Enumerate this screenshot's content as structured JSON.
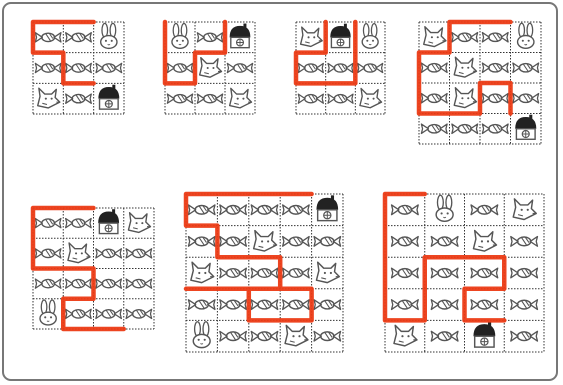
{
  "colors": {
    "path": "#ec3b15",
    "frame": "#777777",
    "grid": "#333333",
    "ink": "#555555",
    "house_roof": "#222222",
    "house_wall": "#ffffff"
  },
  "symbols": {
    "C": "candy-icon",
    "R": "rabbit-icon",
    "W": "wolf-icon",
    "H": "house-icon"
  },
  "puzzles": [
    {
      "name": "puzzle-1",
      "grid": [
        [
          "C",
          "C",
          "R"
        ],
        [
          "C",
          "C",
          "C"
        ],
        [
          "W",
          "C",
          "H"
        ]
      ],
      "path": [
        [
          2,
          0
        ],
        [
          0,
          0
        ],
        [
          0,
          1
        ],
        [
          1,
          1
        ],
        [
          1,
          2
        ],
        [
          2,
          2
        ]
      ]
    },
    {
      "name": "puzzle-2",
      "grid": [
        [
          "R",
          "C",
          "H"
        ],
        [
          "C",
          "W",
          "C"
        ],
        [
          "C",
          "C",
          "W"
        ]
      ],
      "path": [
        [
          0,
          0
        ],
        [
          0,
          2
        ],
        [
          1,
          2
        ],
        [
          1,
          1
        ],
        [
          2,
          1
        ],
        [
          2,
          0
        ]
      ]
    },
    {
      "name": "puzzle-3",
      "grid": [
        [
          "W",
          "H",
          "R"
        ],
        [
          "C",
          "C",
          "C"
        ],
        [
          "C",
          "C",
          "W"
        ]
      ],
      "path": [
        [
          1,
          0
        ],
        [
          1,
          1
        ],
        [
          0,
          1
        ],
        [
          0,
          2
        ],
        [
          2,
          2
        ],
        [
          2,
          0
        ]
      ]
    },
    {
      "name": "puzzle-4",
      "grid": [
        [
          "W",
          "C",
          "C",
          "R"
        ],
        [
          "C",
          "W",
          "C",
          "C"
        ],
        [
          "C",
          "W",
          "C",
          "C"
        ],
        [
          "C",
          "C",
          "C",
          "H"
        ]
      ],
      "path": [
        [
          3,
          0
        ],
        [
          1,
          0
        ],
        [
          1,
          1
        ],
        [
          0,
          1
        ],
        [
          0,
          3
        ],
        [
          2,
          3
        ],
        [
          2,
          2
        ],
        [
          3,
          2
        ],
        [
          3,
          3
        ]
      ]
    },
    {
      "name": "puzzle-5",
      "grid": [
        [
          "C",
          "C",
          "H",
          "W"
        ],
        [
          "C",
          "W",
          "C",
          "C"
        ],
        [
          "C",
          "C",
          "C",
          "C"
        ],
        [
          "R",
          "C",
          "C",
          "C"
        ]
      ],
      "path": [
        [
          2,
          0
        ],
        [
          0,
          0
        ],
        [
          0,
          2
        ],
        [
          2,
          2
        ],
        [
          2,
          3
        ],
        [
          1,
          3
        ],
        [
          1,
          4
        ],
        [
          3,
          4
        ]
      ]
    },
    {
      "name": "puzzle-6",
      "grid": [
        [
          "C",
          "C",
          "C",
          "C",
          "H"
        ],
        [
          "C",
          "C",
          "W",
          "C",
          "C"
        ],
        [
          "W",
          "C",
          "C",
          "C",
          "W"
        ],
        [
          "C",
          "C",
          "C",
          "C",
          "C"
        ],
        [
          "R",
          "C",
          "C",
          "W",
          "C"
        ]
      ],
      "path": [
        [
          4,
          0
        ],
        [
          0,
          0
        ],
        [
          0,
          1
        ],
        [
          1,
          1
        ],
        [
          1,
          2
        ],
        [
          3,
          2
        ],
        [
          3,
          3
        ],
        [
          2,
          3
        ],
        [
          2,
          4
        ],
        [
          4,
          4
        ],
        [
          4,
          3
        ],
        [
          0,
          3
        ]
      ]
    },
    {
      "name": "puzzle-7",
      "grid": [
        [
          "C",
          "R",
          "C",
          "W"
        ],
        [
          "C",
          "C",
          "W",
          "C"
        ],
        [
          "C",
          "C",
          "C",
          "C"
        ],
        [
          "C",
          "C",
          "C",
          "C"
        ],
        [
          "W",
          "C",
          "H",
          "C"
        ]
      ],
      "path": [
        [
          1,
          0
        ],
        [
          0,
          0
        ],
        [
          0,
          4
        ],
        [
          1,
          4
        ],
        [
          1,
          2
        ],
        [
          3,
          2
        ],
        [
          3,
          3
        ],
        [
          2,
          3
        ],
        [
          2,
          4
        ],
        [
          3,
          4
        ]
      ]
    }
  ]
}
